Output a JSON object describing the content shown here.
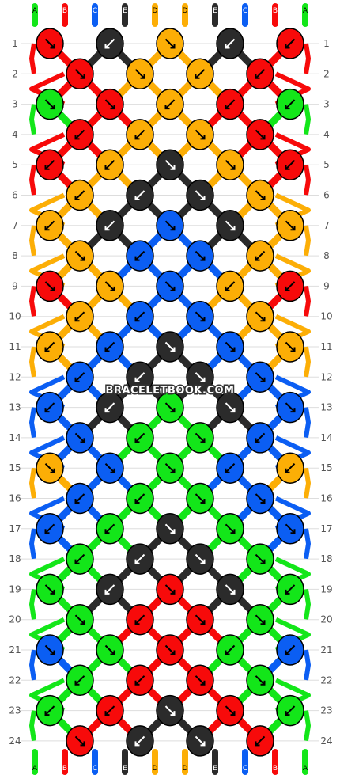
{
  "watermark": "BRACELETBOOK.COM",
  "strand_letters": [
    "A",
    "B",
    "C",
    "E",
    "D",
    "D",
    "E",
    "C",
    "B",
    "A"
  ],
  "bottom_letters": [
    "A",
    "B",
    "C",
    "E",
    "D",
    "D",
    "E",
    "C",
    "B",
    "A"
  ],
  "colors": {
    "A": "#13e619",
    "B": "#f70a0a",
    "C": "#0b5ef3",
    "D": "#fcae06",
    "E": "#2b2b2b"
  },
  "rows": [
    "1",
    "2",
    "3",
    "4",
    "5",
    "6",
    "7",
    "8",
    "9",
    "10",
    "11",
    "12",
    "13",
    "14",
    "15",
    "16",
    "17",
    "18",
    "19",
    "20",
    "21",
    "22",
    "23",
    "24"
  ],
  "knots": [
    [
      "B",
      "E",
      "D",
      "E",
      "B"
    ],
    [
      "B",
      "D",
      "D",
      "B"
    ],
    [
      "A",
      "B",
      "D",
      "B",
      "A"
    ],
    [
      "B",
      "D",
      "D",
      "B"
    ],
    [
      "B",
      "D",
      "E",
      "D",
      "B"
    ],
    [
      "D",
      "E",
      "E",
      "D"
    ],
    [
      "D",
      "E",
      "C",
      "E",
      "D"
    ],
    [
      "D",
      "C",
      "C",
      "D"
    ],
    [
      "B",
      "D",
      "C",
      "D",
      "B"
    ],
    [
      "D",
      "C",
      "C",
      "D"
    ],
    [
      "D",
      "C",
      "E",
      "C",
      "D"
    ],
    [
      "C",
      "E",
      "E",
      "C"
    ],
    [
      "C",
      "E",
      "A",
      "E",
      "C"
    ],
    [
      "C",
      "A",
      "A",
      "C"
    ],
    [
      "D",
      "C",
      "A",
      "C",
      "D"
    ],
    [
      "C",
      "A",
      "A",
      "C"
    ],
    [
      "C",
      "A",
      "E",
      "A",
      "C"
    ],
    [
      "A",
      "E",
      "E",
      "A"
    ],
    [
      "A",
      "E",
      "B",
      "E",
      "A"
    ],
    [
      "A",
      "B",
      "B",
      "A"
    ],
    [
      "C",
      "A",
      "B",
      "A",
      "C"
    ],
    [
      "A",
      "B",
      "B",
      "A"
    ],
    [
      "A",
      "B",
      "E",
      "B",
      "A"
    ],
    [
      "B",
      "E",
      "E",
      "B"
    ]
  ],
  "arrows": [
    [
      "dr",
      "dl",
      "dr",
      "dl",
      "dl"
    ],
    [
      "dr",
      "dr",
      "dl",
      "dl"
    ],
    [
      "dr",
      "dr",
      "dl",
      "dl",
      "dl"
    ],
    [
      "dl",
      "dl",
      "dr",
      "dr"
    ],
    [
      "dl",
      "dl",
      "dr",
      "dr",
      "dl"
    ],
    [
      "dl",
      "dl",
      "dr",
      "dr"
    ],
    [
      "dl",
      "dl",
      "dr",
      "dr",
      "dr"
    ],
    [
      "dr",
      "dl",
      "dr",
      "dl"
    ],
    [
      "dr",
      "dr",
      "dr",
      "dl",
      "dl"
    ],
    [
      "dl",
      "dl",
      "dr",
      "dr"
    ],
    [
      "dl",
      "dl",
      "dr",
      "dr",
      "dr"
    ],
    [
      "dl",
      "dl",
      "dr",
      "dr"
    ],
    [
      "dl",
      "dl",
      "dr",
      "dr",
      "dr"
    ],
    [
      "dr",
      "dl",
      "dr",
      "dl"
    ],
    [
      "dr",
      "dr",
      "dr",
      "dl",
      "dl"
    ],
    [
      "dl",
      "dl",
      "dr",
      "dr"
    ],
    [
      "dl",
      "dl",
      "dr",
      "dr",
      "dr"
    ],
    [
      "dl",
      "dl",
      "dr",
      "dr"
    ],
    [
      "dr",
      "dl",
      "dr",
      "dr",
      "dl"
    ],
    [
      "dr",
      "dl",
      "dr",
      "dr"
    ],
    [
      "dr",
      "dr",
      "dr",
      "dl",
      "dl"
    ],
    [
      "dl",
      "dl",
      "dr",
      "dr"
    ],
    [
      "dl",
      "dl",
      "dr",
      "dr",
      "dl"
    ],
    [
      "dr",
      "dl",
      "dr",
      "dl"
    ]
  ]
}
